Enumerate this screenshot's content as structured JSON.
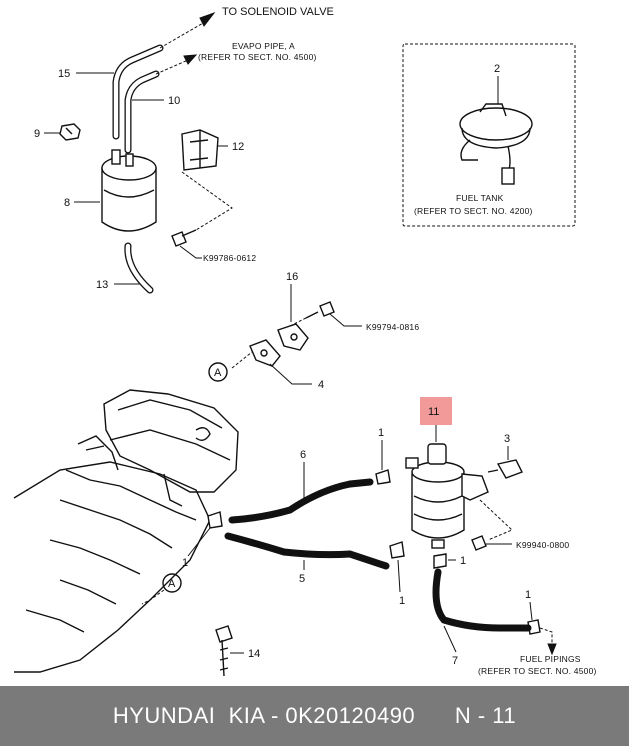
{
  "callouts": {
    "to_solenoid": "TO SOLENOID VALVE",
    "evapo_line1": "EVAPO PIPE, A",
    "evapo_line2": "(REFER TO SECT. NO. 4500)",
    "tank_line1": "FUEL TANK",
    "tank_line2": "(REFER TO SECT. NO. 4200)",
    "pipings_line1": "FUEL PIPINGS",
    "pipings_line2": "(REFER TO SECT. NO. 4500)"
  },
  "bolts": {
    "b1": "K99786-0612",
    "b2": "K99794-0816",
    "b3": "K99940-0800"
  },
  "parts": {
    "p15": "15",
    "p10": "10",
    "p9": "9",
    "p12": "12",
    "p8": "8",
    "p13": "13",
    "p2": "2",
    "p16": "16",
    "p4": "4",
    "p11": "11",
    "p3": "3",
    "p6": "6",
    "p5": "5",
    "p7": "7",
    "p14": "14",
    "p1a": "1",
    "p1b": "1",
    "p1c": "1",
    "p1d": "1",
    "p1e": "1"
  },
  "ref_marks": {
    "a1": "A",
    "a2": "A"
  },
  "highlight_color": "#f29a9a",
  "footer": {
    "brand": "HYUNDAI  KIA - 0K20120490",
    "page": "N - 11"
  }
}
